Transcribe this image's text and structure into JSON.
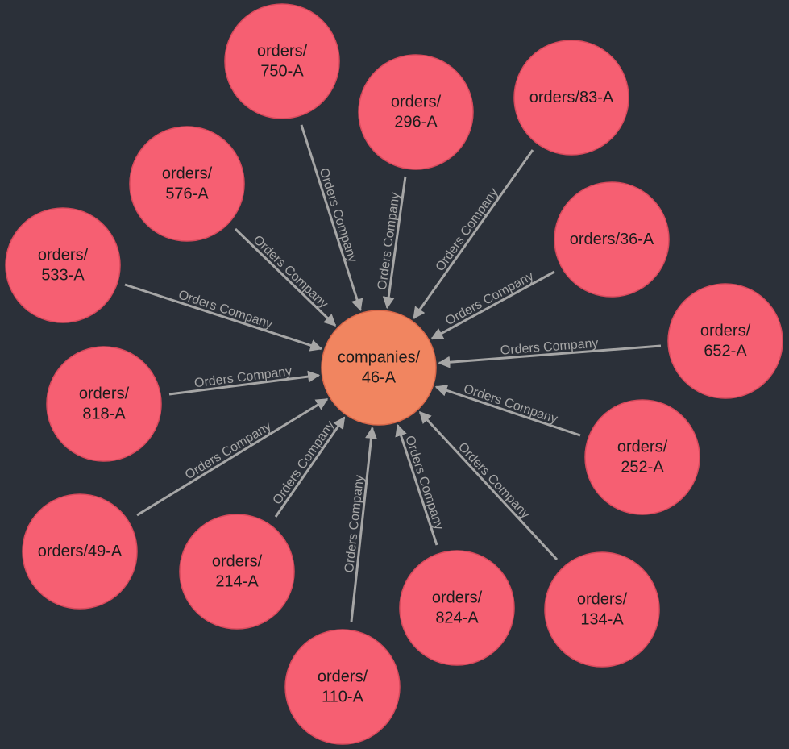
{
  "colors": {
    "background": "#2b3039",
    "center_node_fill": "#f18560",
    "center_node_stroke": "#d9684a",
    "order_node_fill": "#f65f72",
    "order_node_stroke": "#d84a5c",
    "edge": "#a6a6a6",
    "edge_label": "#a6a6a6",
    "node_text": "#1c1c1c"
  },
  "graph": {
    "center": {
      "id": "companies-46-a",
      "lines": [
        "companies/",
        "46-A"
      ]
    },
    "edge_label": "Orders Company",
    "nodes": [
      {
        "id": "orders-750-a",
        "lines": [
          "orders/",
          "750-A"
        ]
      },
      {
        "id": "orders-296-a",
        "lines": [
          "orders/",
          "296-A"
        ]
      },
      {
        "id": "orders-83-a",
        "lines": [
          "orders/83-A"
        ]
      },
      {
        "id": "orders-576-a",
        "lines": [
          "orders/",
          "576-A"
        ]
      },
      {
        "id": "orders-36-a",
        "lines": [
          "orders/36-A"
        ]
      },
      {
        "id": "orders-533-a",
        "lines": [
          "orders/",
          "533-A"
        ]
      },
      {
        "id": "orders-652-a",
        "lines": [
          "orders/",
          "652-A"
        ]
      },
      {
        "id": "orders-818-a",
        "lines": [
          "orders/",
          "818-A"
        ]
      },
      {
        "id": "orders-252-a",
        "lines": [
          "orders/",
          "252-A"
        ]
      },
      {
        "id": "orders-49-a",
        "lines": [
          "orders/49-A"
        ]
      },
      {
        "id": "orders-214-a",
        "lines": [
          "orders/",
          "214-A"
        ]
      },
      {
        "id": "orders-134-a",
        "lines": [
          "orders/",
          "134-A"
        ]
      },
      {
        "id": "orders-824-a",
        "lines": [
          "orders/",
          "824-A"
        ]
      },
      {
        "id": "orders-110-a",
        "lines": [
          "orders/",
          "110-A"
        ]
      }
    ]
  }
}
